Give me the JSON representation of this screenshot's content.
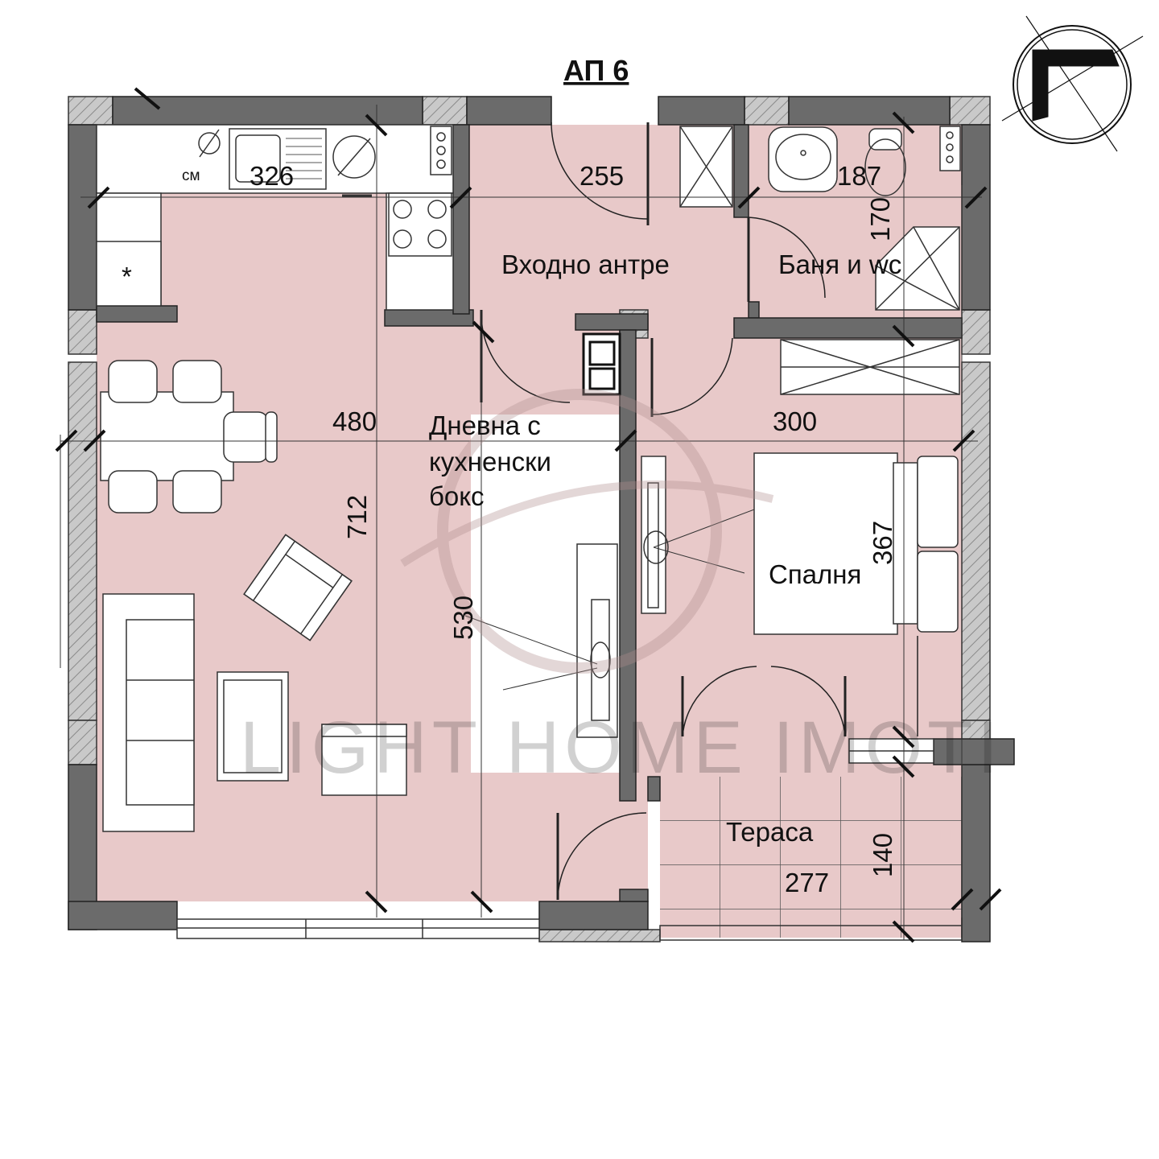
{
  "title": "АП 6",
  "rooms": {
    "living": [
      "Дневна с",
      "кухненски",
      "бокс"
    ],
    "entrance": "Входно антре",
    "bathroom": "Баня и wc",
    "bedroom": "Спалня",
    "terrace": "Тераса"
  },
  "dimensions": {
    "kitchen_width": "326",
    "entrance_width": "255",
    "bath_width": "187",
    "bath_depth": "170",
    "living_width": "480",
    "living_depth": "712",
    "corridor_depth": "530",
    "bedroom_width": "300",
    "bedroom_depth": "367",
    "terrace_width": "277",
    "terrace_depth": "140"
  },
  "annotations": {
    "cm_label": "см",
    "fridge_symbol": "*"
  },
  "watermark": "LIGHT HOME IMOTI",
  "colors": {
    "floor": "#e8c9c9",
    "wall": "#6b6b6b",
    "insulation": "#c9c9c9",
    "line": "#1a1a1a"
  }
}
